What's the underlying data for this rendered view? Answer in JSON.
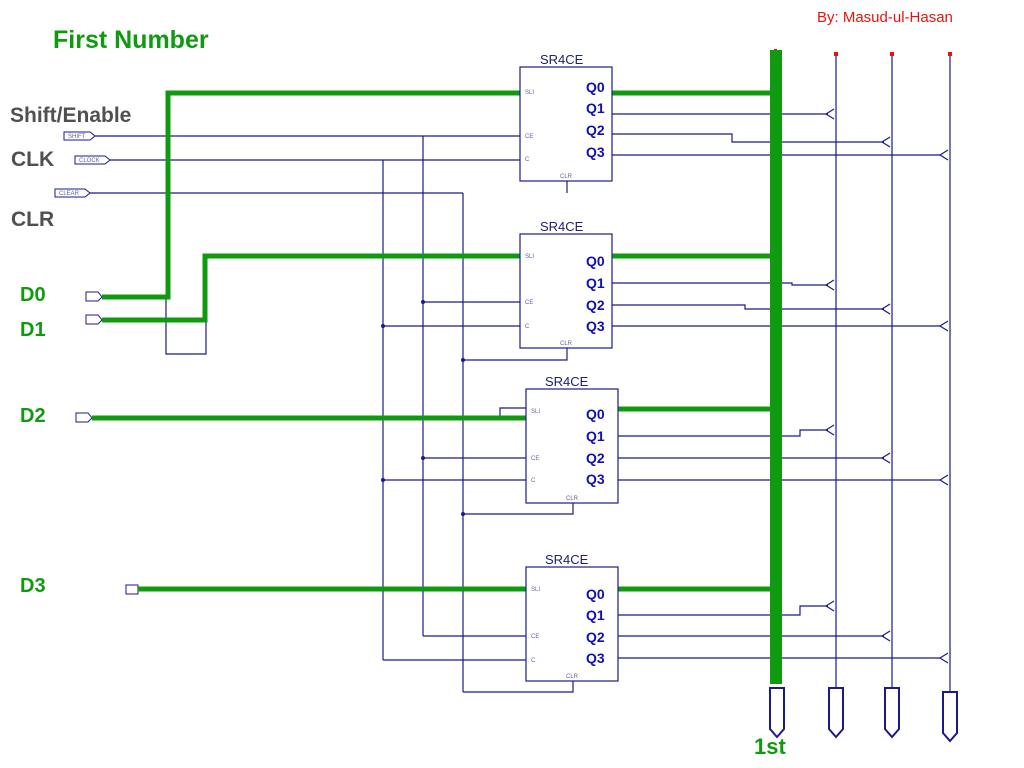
{
  "author": "By: Masud-ul-Hasan",
  "title": "First Number",
  "control_labels": {
    "shift": "Shift/Enable",
    "clk": "CLK",
    "clr": "CLR"
  },
  "data_inputs": [
    "D0",
    "D1",
    "D2",
    "D3"
  ],
  "register": {
    "name": "SR4CE",
    "outputs": [
      "Q0",
      "Q1",
      "Q2",
      "Q3"
    ],
    "count": 4
  },
  "output_label": "1st",
  "colors": {
    "highlight": "#109a10",
    "wire": "#1a1a8c",
    "author": "#e8140c",
    "label": "#505050"
  }
}
